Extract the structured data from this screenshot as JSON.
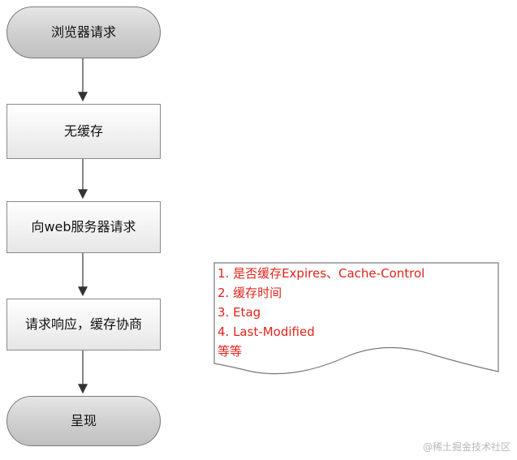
{
  "flowchart": {
    "nodes": [
      {
        "id": "browser-request",
        "label": "浏览器请求",
        "shape": "terminal"
      },
      {
        "id": "no-cache",
        "label": "无缓存",
        "shape": "process"
      },
      {
        "id": "web-request",
        "label": "向web服务器请求",
        "shape": "process"
      },
      {
        "id": "response-cache",
        "label": "请求响应，缓存协商",
        "shape": "process"
      },
      {
        "id": "render",
        "label": "呈现",
        "shape": "terminal"
      }
    ],
    "edges": [
      {
        "from": "browser-request",
        "to": "no-cache"
      },
      {
        "from": "no-cache",
        "to": "web-request"
      },
      {
        "from": "web-request",
        "to": "response-cache"
      },
      {
        "from": "response-cache",
        "to": "render"
      }
    ]
  },
  "note": {
    "lines": [
      "1. 是否缓存Expires、Cache-Control",
      "2. 缓存时间",
      "3. Etag",
      "4. Last-Modified",
      "等等"
    ],
    "text_color": "#e0241b"
  },
  "watermark": "@稀土掘金技术社区",
  "colors": {
    "terminal_fill": "#d2d2d2",
    "process_fill": "#f4f4f4",
    "border": "#8a8a8a",
    "connector": "#333333"
  }
}
